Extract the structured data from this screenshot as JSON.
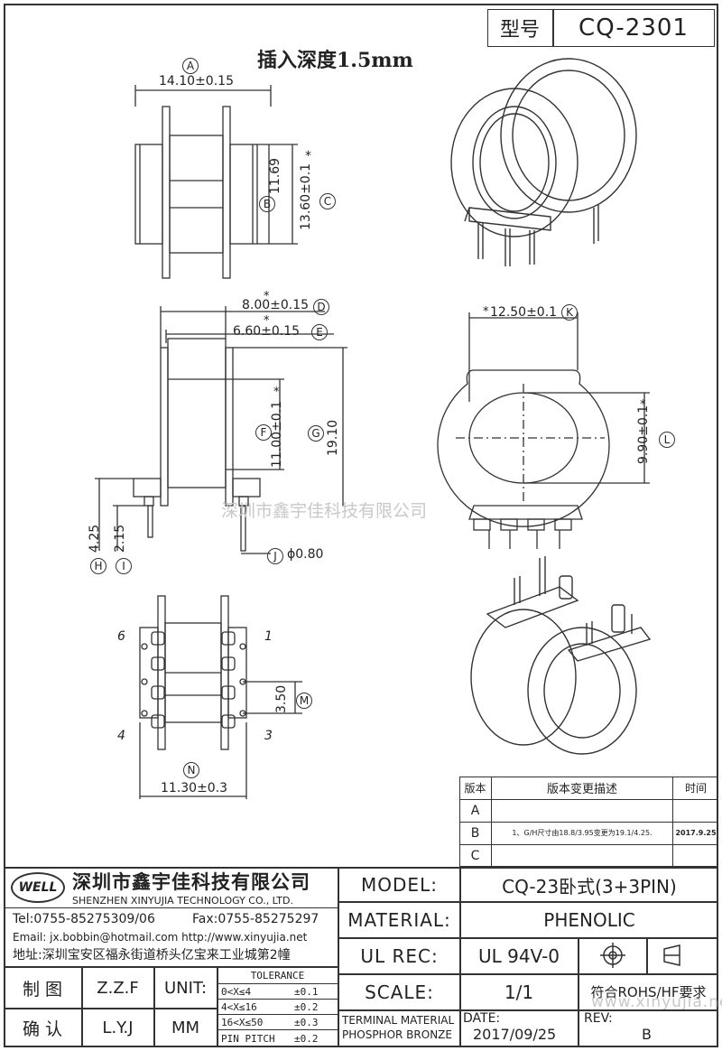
{
  "header": {
    "model_label": "型号",
    "model_value": "CQ-2301"
  },
  "note": "插入深度1.5mm",
  "dims": {
    "A": {
      "letter": "A",
      "value": "14.10±0.15"
    },
    "B": {
      "letter": "B",
      "value": "11.69"
    },
    "C": {
      "letter": "C",
      "value": "13.60±0.1"
    },
    "D": {
      "letter": "D",
      "value": "8.00±0.15"
    },
    "E": {
      "letter": "E",
      "value": "6.60±0.15"
    },
    "F": {
      "letter": "F",
      "value": "11.00±0.1"
    },
    "G": {
      "letter": "G",
      "value": "19.10"
    },
    "H": {
      "letter": "H",
      "value": "4.25"
    },
    "I": {
      "letter": "I",
      "value": "2.15"
    },
    "J": {
      "letter": "J",
      "value": "ϕ0.80"
    },
    "K": {
      "letter": "K",
      "value": "12.50±0.1"
    },
    "L": {
      "letter": "L",
      "value": "9.90±0.1"
    },
    "M": {
      "letter": "M",
      "value": "3.50"
    },
    "N": {
      "letter": "N",
      "value": "11.30±0.3"
    }
  },
  "star": "*",
  "pins": {
    "p1": "1",
    "p3": "3",
    "p4": "4",
    "p6": "6"
  },
  "watermarks": {
    "center": "深圳市鑫宇佳科技有限公司",
    "bottom": "www.xinyujia.net"
  },
  "revision": {
    "headers": [
      "版本",
      "版本变更描述",
      "时间"
    ],
    "rows": [
      {
        "ver": "A",
        "desc": "",
        "time": ""
      },
      {
        "ver": "B",
        "desc": "1、G/H尺寸由18.8/3.95变更为19.1/4.25.",
        "time": "2017.9.25"
      },
      {
        "ver": "C",
        "desc": "",
        "time": ""
      }
    ]
  },
  "company": {
    "logo": "WELL",
    "name_cn": "深圳市鑫宇佳科技有限公司",
    "name_en": "SHENZHEN XINYUJIA TECHNOLOGY CO., LTD.",
    "tel": "Tel:0755-85275309/06",
    "fax": "Fax:0755-85275297",
    "email": "Email: jx.bobbin@hotmail.com http://www.xinyujia.net",
    "address": "地址:深圳宝安区福永街道桥头亿宝来工业城第2幢"
  },
  "title_block": {
    "model_label": "MODEL:",
    "model_value": "CQ-23卧式(3+3PIN)",
    "material_label": "MATERIAL:",
    "material_value": "PHENOLIC",
    "ulrec_label": "UL REC:",
    "ulrec_value": "UL 94V-0",
    "scale_label": "SCALE:",
    "scale_value": "1/1",
    "rohs": "符合ROHS/HF要求",
    "terminal_line1": "TERMINAL MATERIAL",
    "terminal_line2": "PHOSPHOR BRONZE",
    "date_label": "DATE:",
    "date_value": "2017/09/25",
    "rev_label": "REV:",
    "rev_value": "B",
    "draw_label": "制 图",
    "draw_value": "Z.Z.F",
    "check_label": "确 认",
    "check_value": "L.Y.J",
    "unit_label": "UNIT:",
    "unit_value": "MM",
    "tolerance_title": "TOLERANCE",
    "tolerances": [
      {
        "range": "0<X≤4",
        "value": "±0.1"
      },
      {
        "range": "4<X≤16",
        "value": "±0.2"
      },
      {
        "range": "16<X≤50",
        "value": "±0.3"
      },
      {
        "range": "PIN PITCH",
        "value": "±0.2"
      }
    ]
  }
}
